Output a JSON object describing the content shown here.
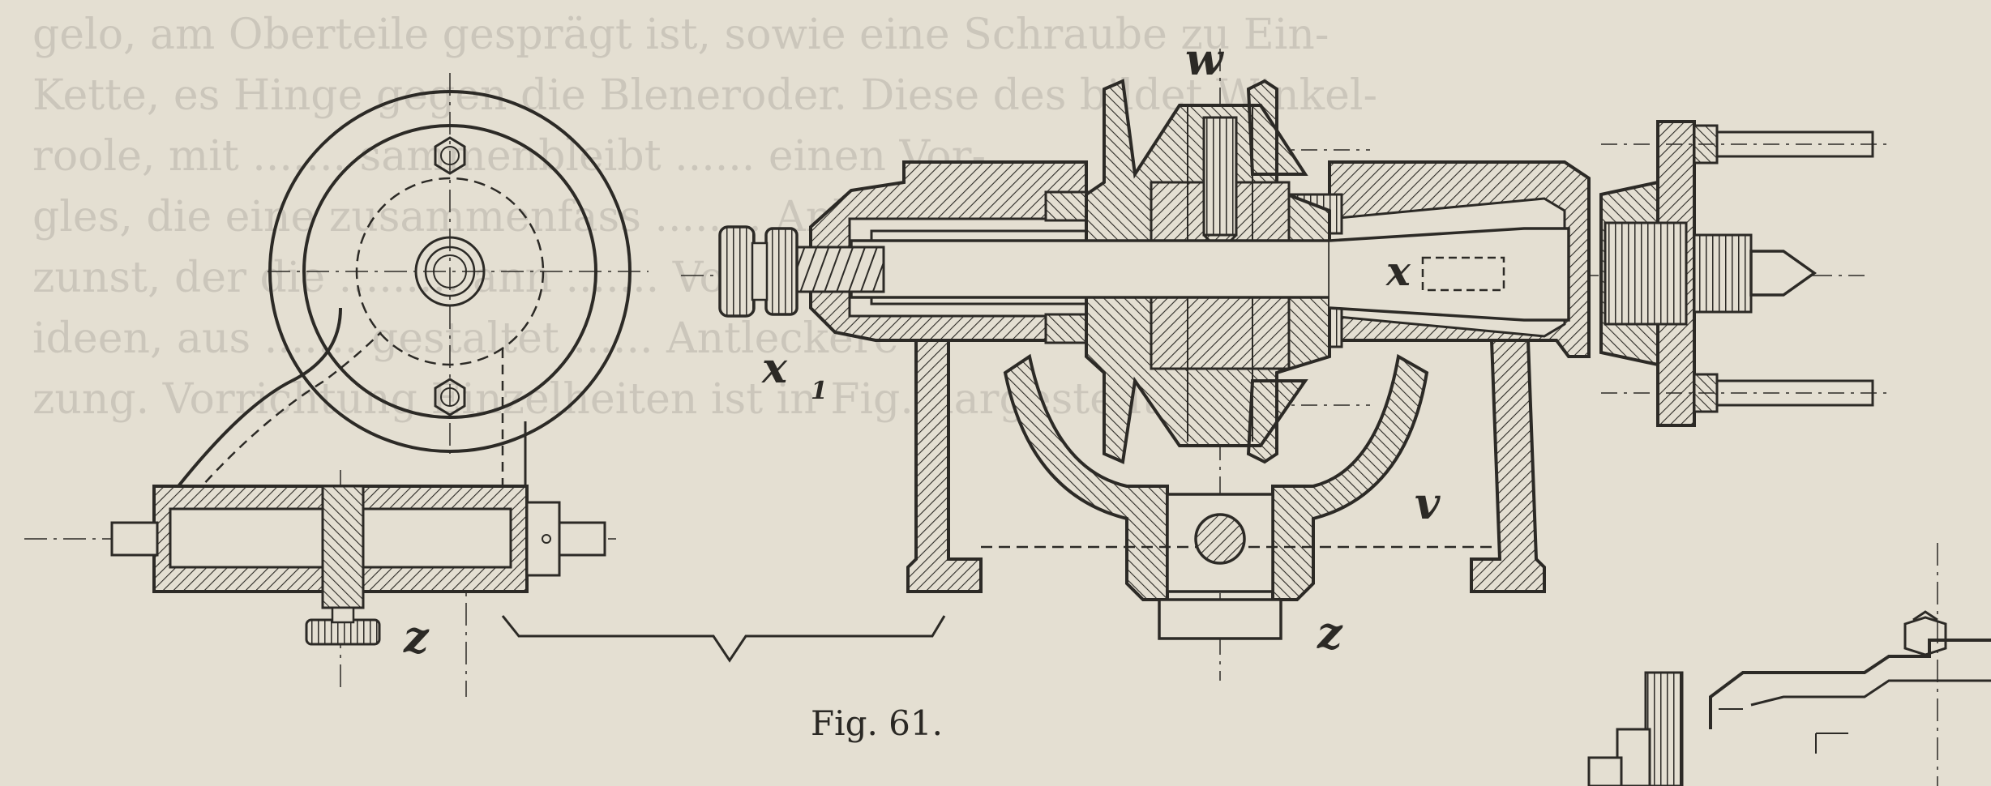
{
  "figure": {
    "caption": "Fig. 61.",
    "labels": {
      "w": "w",
      "v": "v",
      "x": "x",
      "x1": "x",
      "x1_sub": "1",
      "z_left": "z",
      "z_right": "z"
    }
  },
  "bleed_through_text": [
    "gelo, am Oberteile gesprägt ist, sowie eine Schraube zu Ein-",
    "Kette, es Hinge gegen die Bleneroder. Diese des bildet Winkel-",
    "roole, mit ....... sammenbleibt ...... einen Vor-",
    "gles, die eine zusammenfass ........ Anleitende An-",
    "zunst, der die ......... ann ....... Vorrichtungs-",
    "ideen, aus ....... gestaltet ...... Antleckere",
    "zung. Vorrichtung Einzelheiten ist in Fig. dargestellt wo-"
  ],
  "colors": {
    "paper": "#e4dfd2",
    "ink": "#2c2a26"
  }
}
